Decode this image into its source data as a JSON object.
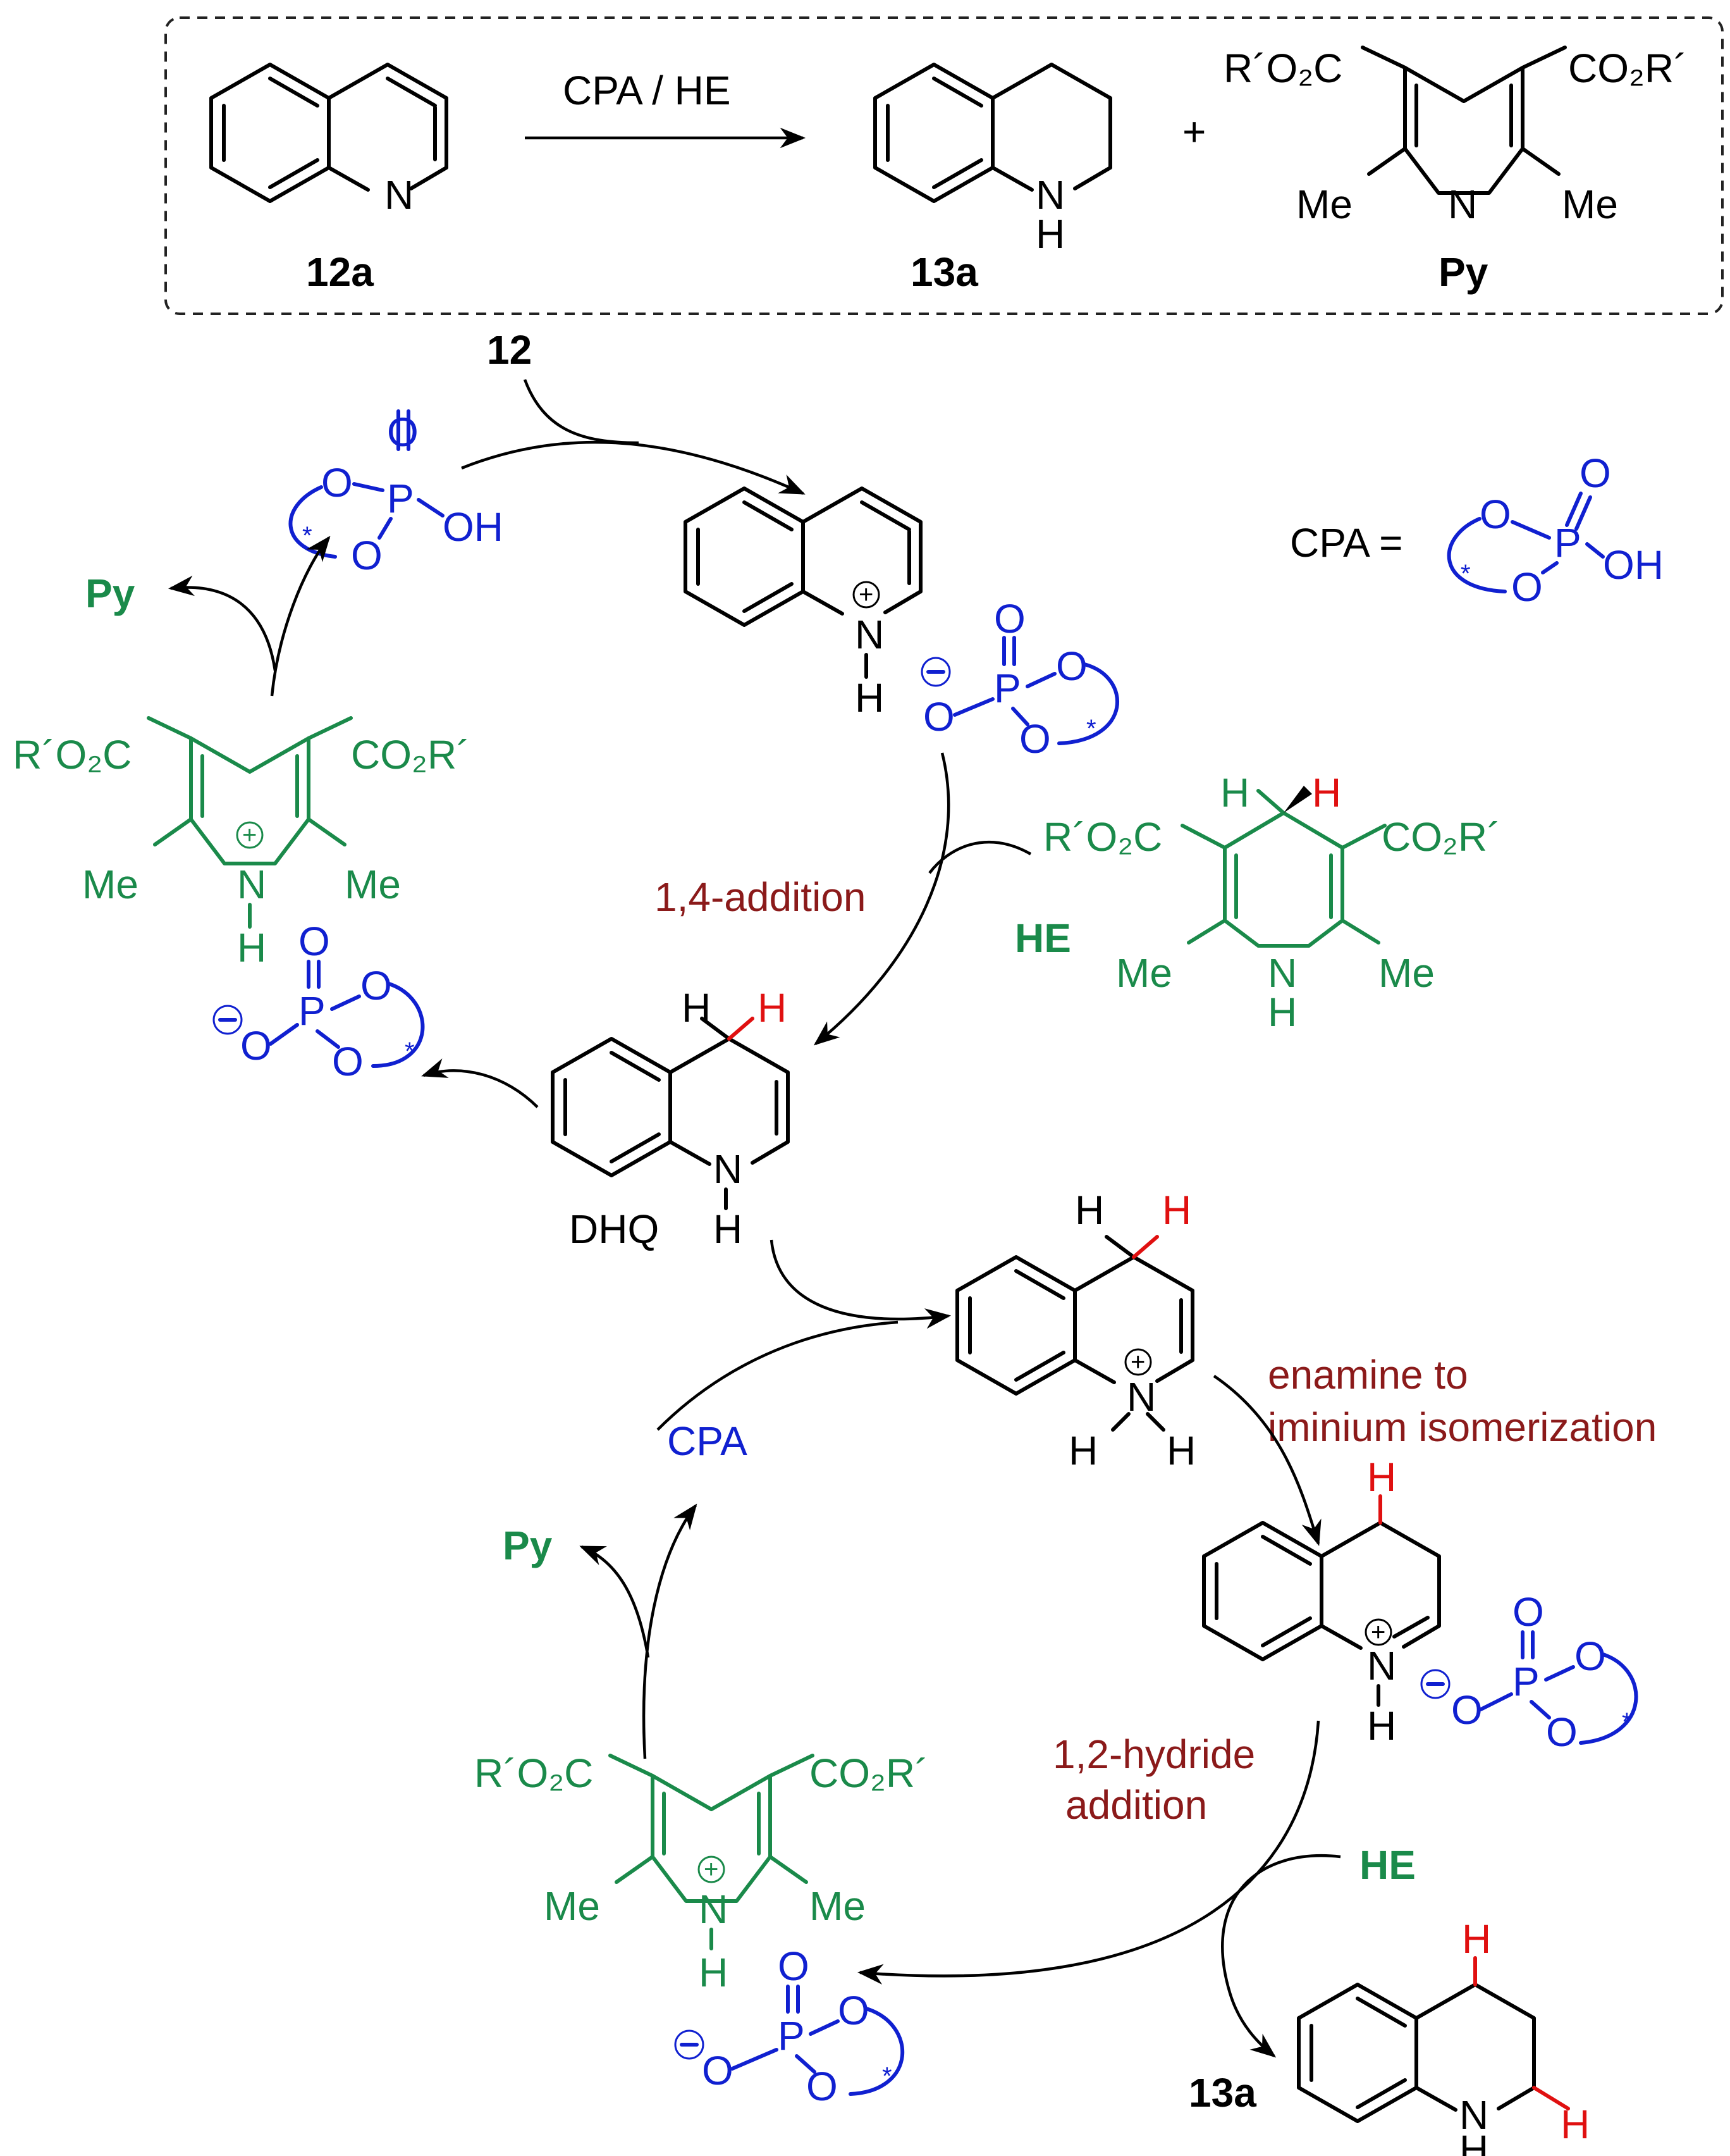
{
  "colors": {
    "black": "#000000",
    "green": "#1a8a4a",
    "blue": "#1020d0",
    "red": "#e01010",
    "darkred": "#8b1a1a"
  },
  "box": {
    "reagents": "CPA / HE",
    "plus": "+",
    "labels": {
      "sm": "12a",
      "prod": "13a",
      "py": "Py"
    },
    "py_sub": {
      "left": "R´O₂C",
      "right": "CO₂R´",
      "me": "Me",
      "n": "N"
    },
    "n": "N",
    "h": "H"
  },
  "cycle": {
    "start": "12",
    "cpa_def_label": "CPA =",
    "py": "Py",
    "he": "HE",
    "dhq": "DHQ",
    "cpa": "CPA",
    "prod": "13a",
    "steps": {
      "s1": "1,4-addition",
      "s2a": "enamine to",
      "s2b": "iminium isomerization",
      "s3a": "1,2-hydride",
      "s3b": "addition"
    },
    "ester_left": "R´O₂C",
    "ester_right": "CO₂R´",
    "me": "Me",
    "n": "N",
    "h": "H",
    "o": "O",
    "p": "P",
    "oh": "OH",
    "star": "*",
    "plus_charge": "+",
    "minus_charge": "−"
  }
}
